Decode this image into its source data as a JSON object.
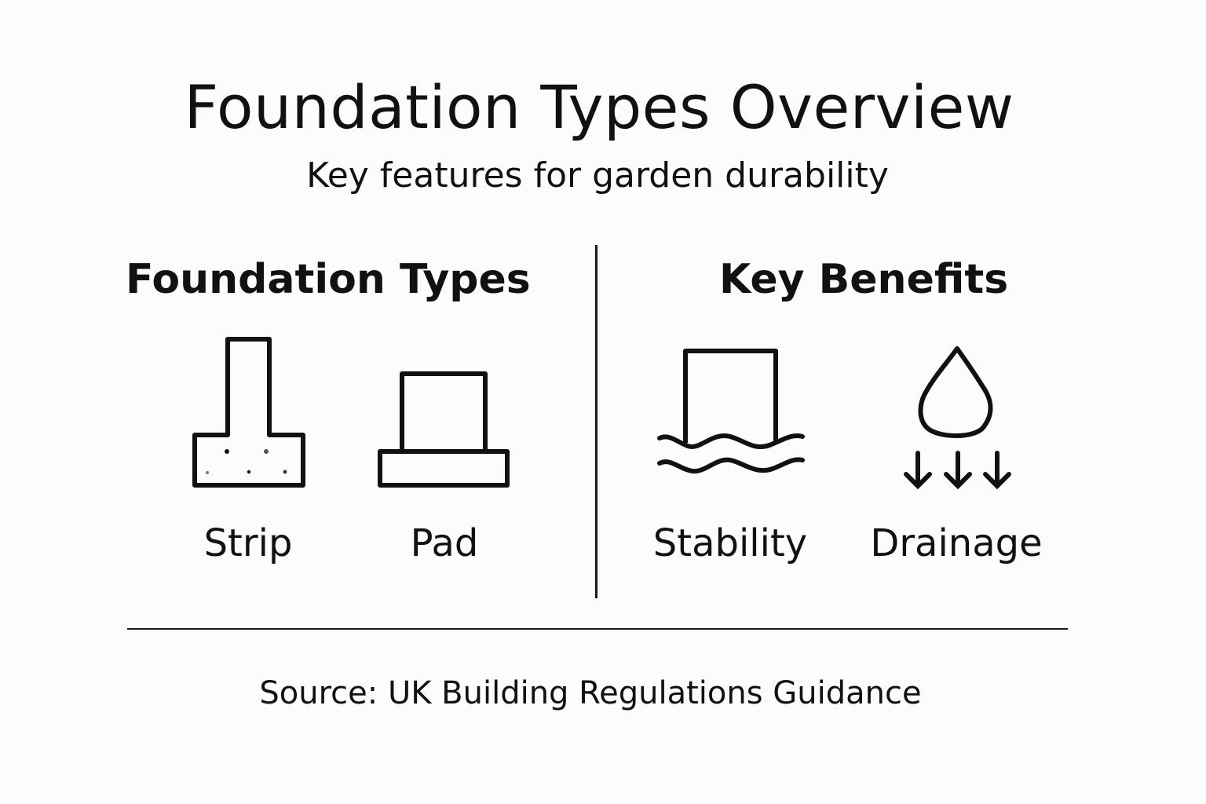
{
  "header": {
    "title": "Foundation Types Overview",
    "subtitle": "Key features for garden durability"
  },
  "sections": [
    {
      "heading": "Foundation Types",
      "items": [
        {
          "label": "Strip",
          "icon": "strip-foundation-icon"
        },
        {
          "label": "Pad",
          "icon": "pad-foundation-icon"
        }
      ]
    },
    {
      "heading": "Key Benefits",
      "items": [
        {
          "label": "Stability",
          "icon": "stability-waves-icon"
        },
        {
          "label": "Drainage",
          "icon": "water-drop-drainage-icon"
        }
      ]
    }
  ],
  "footer": {
    "source": "Source: UK Building Regulations Guidance"
  },
  "colors": {
    "background": "#fcfcfc",
    "ink": "#111111"
  }
}
